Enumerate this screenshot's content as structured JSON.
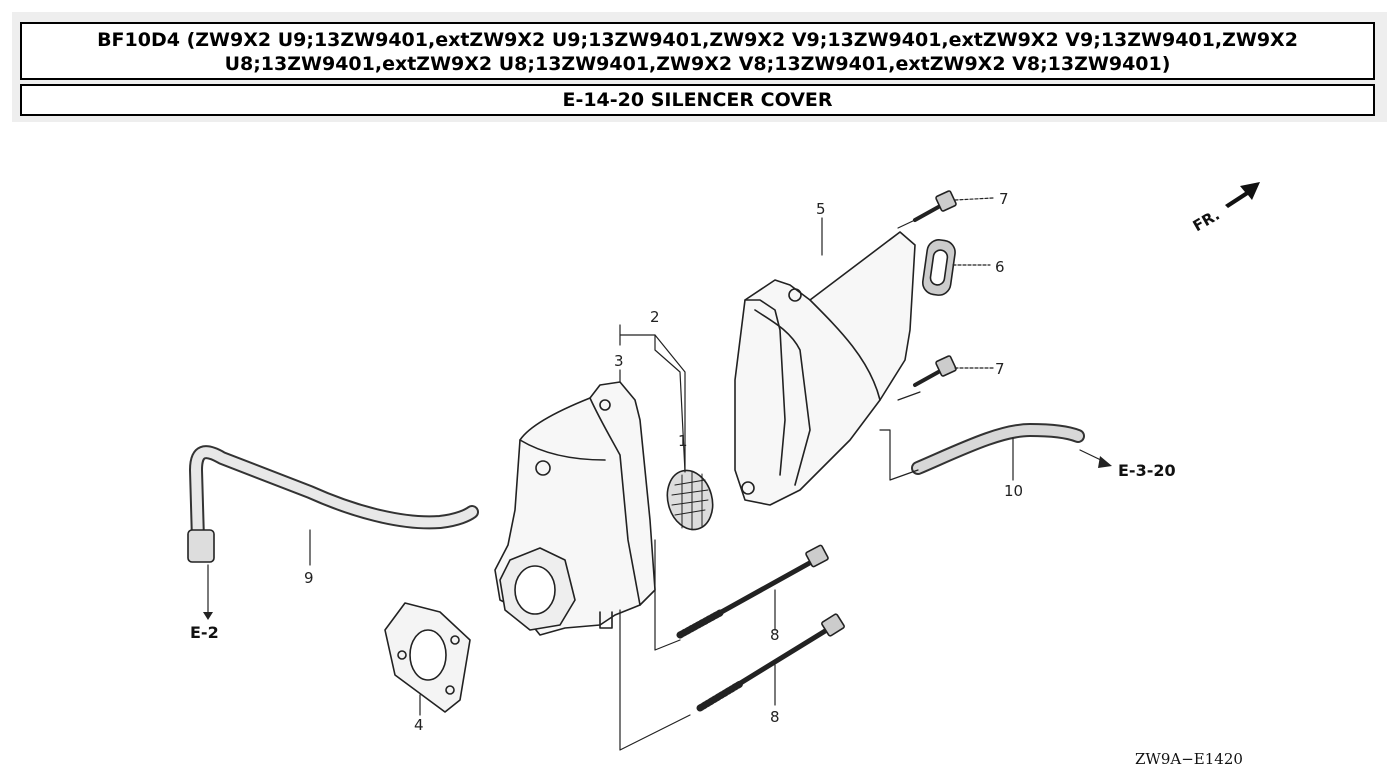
{
  "header": {
    "title_line1": "BF10D4 (ZW9X2 U9;13ZW9401,extZW9X2 U9;13ZW9401,ZW9X2 V9;13ZW9401,extZW9X2 V9;13ZW9401,ZW9X2",
    "title_line2": "U8;13ZW9401,extZW9X2 U8;13ZW9401,ZW9X2 V8;13ZW9401,extZW9X2 V8;13ZW9401)",
    "section": "E-14-20 SILENCER COVER"
  },
  "diagram": {
    "callouts": {
      "c1": "1",
      "c2": "2",
      "c3": "3",
      "c4": "4",
      "c5": "5",
      "c6": "6",
      "c7a": "7",
      "c7b": "7",
      "c8a": "8",
      "c8b": "8",
      "c9": "9",
      "c10": "10"
    },
    "refs": {
      "e2": "E-2",
      "e320": "E-3-20"
    },
    "front_label": "FR.",
    "drawing_code": "ZW9A−E1420"
  }
}
